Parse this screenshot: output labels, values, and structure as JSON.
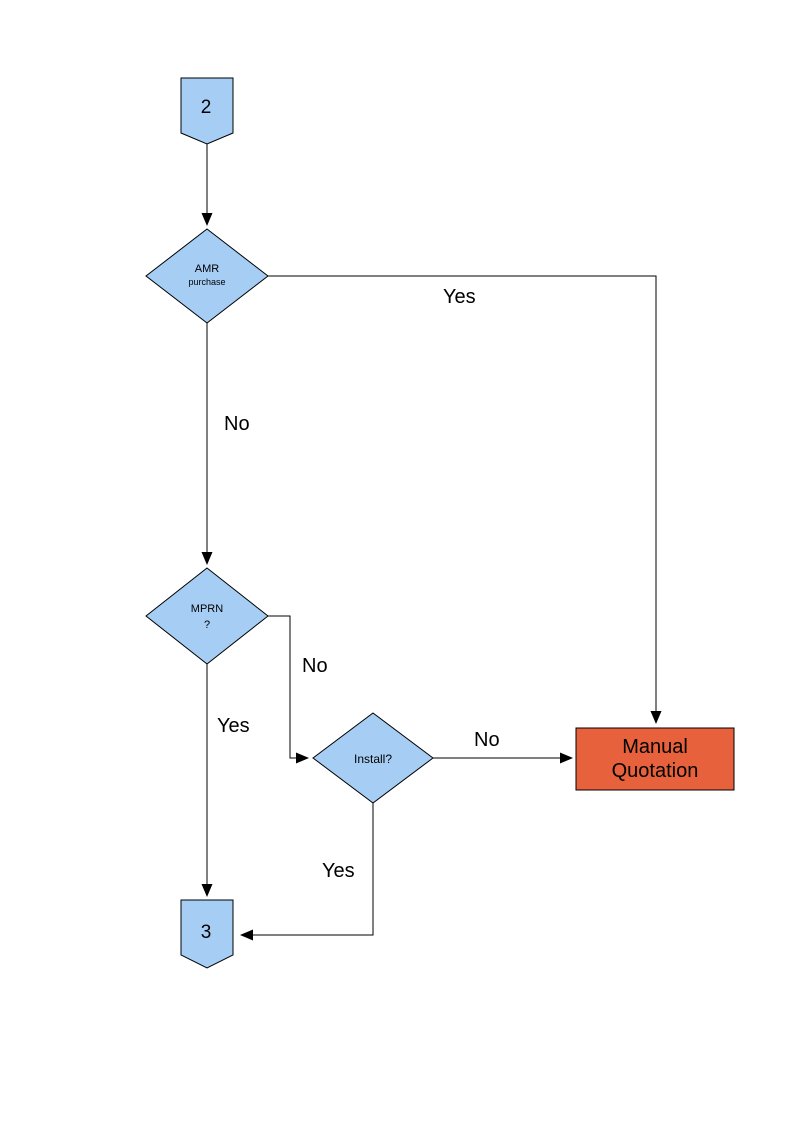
{
  "diagram": {
    "type": "flowchart",
    "page_background": "#ffffff",
    "colors": {
      "node_fill": "#a6cef5",
      "alert_fill": "#e7613d",
      "border": "#000000",
      "line": "#000000",
      "text": "#000000"
    },
    "nodes": [
      {
        "id": "connector-2",
        "type": "off-page-connector",
        "label": "2"
      },
      {
        "id": "amr-purchase",
        "type": "decision",
        "label": "AMR",
        "sublabel": "purchase"
      },
      {
        "id": "mprn",
        "type": "decision",
        "label": "MPRN",
        "sublabel": "?"
      },
      {
        "id": "install",
        "type": "decision",
        "label": "Install?"
      },
      {
        "id": "manual-quotation",
        "type": "process",
        "label_line1": "Manual",
        "label_line2": "Quotation"
      },
      {
        "id": "connector-3",
        "type": "off-page-connector",
        "label": "3"
      }
    ],
    "edges": [
      {
        "from": "connector-2",
        "to": "amr-purchase",
        "label": ""
      },
      {
        "from": "amr-purchase",
        "to": "manual-quotation",
        "label": "Yes"
      },
      {
        "from": "amr-purchase",
        "to": "mprn",
        "label": "No"
      },
      {
        "from": "mprn",
        "to": "install",
        "label": "No"
      },
      {
        "from": "install",
        "to": "manual-quotation",
        "label": "No"
      },
      {
        "from": "mprn",
        "to": "connector-3",
        "label": "Yes"
      },
      {
        "from": "install",
        "to": "connector-3",
        "label": "Yes"
      }
    ]
  }
}
